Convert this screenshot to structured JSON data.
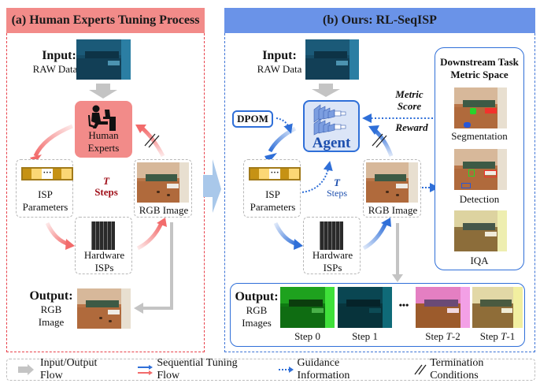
{
  "panel_a": {
    "title": "(a) Human Experts Tuning Process",
    "input_title": "Input:",
    "input_sub": "RAW Data",
    "human_label_1": "Human",
    "human_label_2": "Experts",
    "isp_params_1": "ISP",
    "isp_params_2": "Parameters",
    "steps_t": "T",
    "steps_label": "Steps",
    "rgb_label": "RGB Image",
    "hardware_1": "Hardware",
    "hardware_2": "ISPs",
    "output_title": "Output:",
    "output_sub_1": "RGB",
    "output_sub_2": "Image"
  },
  "panel_b": {
    "title": "(b) Ours: RL-SeqISP",
    "input_title": "Input:",
    "input_sub": "RAW Data",
    "agent_label": "Agent",
    "dpom_label": "DPOM",
    "metric_1": "Metric",
    "metric_2": "Score",
    "reward": "Reward",
    "isp_params_1": "ISP",
    "isp_params_2": "Parameters",
    "steps_t": "T",
    "steps_label": "Steps",
    "rgb_label": "RGB Image",
    "hardware_1": "Hardware",
    "hardware_2": "ISPs",
    "downstream_title_1": "Downstream Task",
    "downstream_title_2": "Metric Space",
    "tasks": [
      "Segmentation",
      "Detection",
      "IQA"
    ],
    "output_title": "Output:",
    "output_sub_1": "RGB",
    "output_sub_2": "Images",
    "ellipsis": "•••",
    "steps": [
      {
        "prefix": "Step ",
        "value": "0",
        "suffix": ""
      },
      {
        "prefix": "Step ",
        "value": "1",
        "suffix": ""
      },
      {
        "prefix": "Step ",
        "value": "T",
        "suffix": "-2"
      },
      {
        "prefix": "Step ",
        "value": "T",
        "suffix": "-1"
      }
    ]
  },
  "legend": {
    "io_flow": "Input/Output Flow",
    "seq_flow": "Sequential Tuning Flow",
    "guidance": "Guidance Information",
    "termination": "Termination Conditions"
  },
  "colors": {
    "panel_a_accent": "#f28b89",
    "panel_a_border": "#e8414a",
    "panel_b_accent": "#6a93e8",
    "panel_b_border": "#3c73d6",
    "flow_blue": "#2f6fd8",
    "flow_red": "#f26b6b",
    "io_gray": "#c4c4c4",
    "steps_red": "#a0101a"
  }
}
